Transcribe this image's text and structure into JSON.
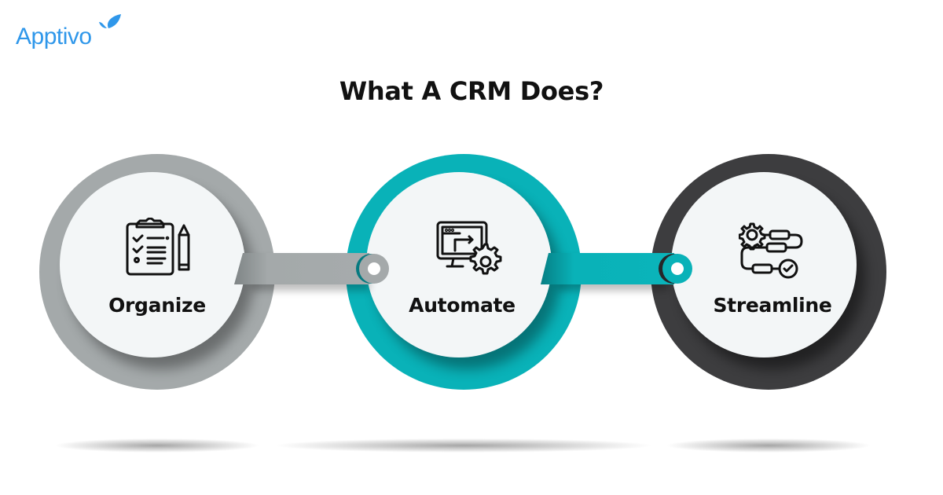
{
  "brand": {
    "name": "Apptivo",
    "color": "#2f97ea"
  },
  "header": {
    "title": "What A CRM Does?"
  },
  "steps": [
    {
      "label": "Organize",
      "icon": "clipboard-checklist-pencil-icon",
      "ring_color": "#a4a9aa"
    },
    {
      "label": "Automate",
      "icon": "monitor-gear-icon",
      "ring_color": "#09b2b8"
    },
    {
      "label": "Streamline",
      "icon": "workflow-gear-check-icon",
      "ring_color": "#3d3d3f"
    }
  ],
  "colors": {
    "inner_fill": "#f3f6f7",
    "connector_1": "#a4a9aa",
    "connector_2": "#09b2b8"
  }
}
